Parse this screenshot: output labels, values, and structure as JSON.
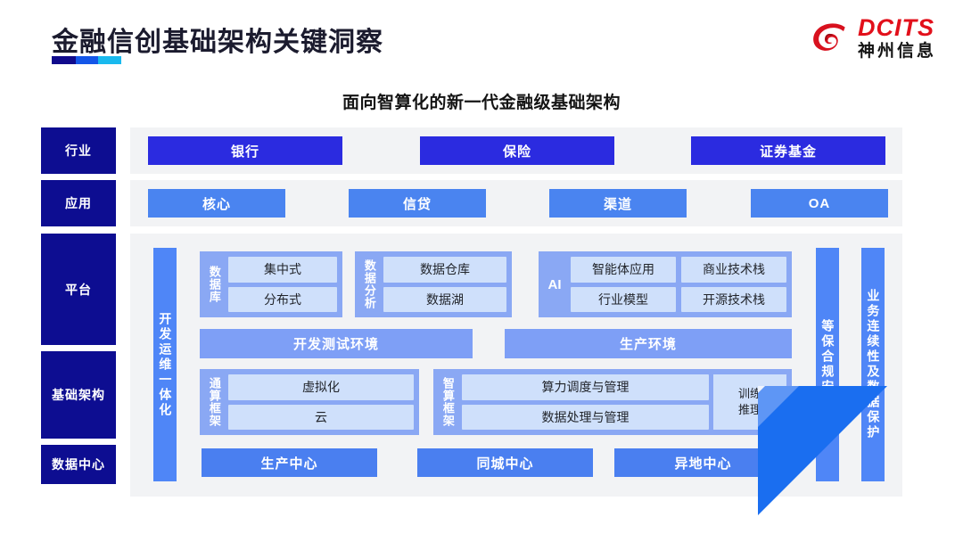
{
  "header": {
    "title": "金融信创基础架构关键洞察",
    "rule_colors": [
      "#100a8c",
      "#1456e8",
      "#19b9ee"
    ],
    "logo": {
      "mark_name": "dcits-swirl-logo",
      "en": "DCITS",
      "cn": "神州信息",
      "red": "#e2101b"
    }
  },
  "subtitle": "面向智算化的新一代金融级基础架构",
  "rail": {
    "items": [
      {
        "label": "行业"
      },
      {
        "label": "应用"
      },
      {
        "label": "平台"
      },
      {
        "label": "基础架构"
      },
      {
        "label": "数据中心"
      }
    ]
  },
  "industry_row": {
    "items": [
      {
        "label": "银行"
      },
      {
        "label": "保险"
      },
      {
        "label": "证券基金"
      }
    ]
  },
  "application_row": {
    "items": [
      {
        "label": "核心"
      },
      {
        "label": "信贷"
      },
      {
        "label": "渠道"
      },
      {
        "label": "OA"
      }
    ]
  },
  "left_vbar": {
    "label": "开发运维一体化"
  },
  "right_vbars": [
    {
      "label": "等保合规安全"
    },
    {
      "label": "业务连续性及数据保护"
    }
  ],
  "platform": {
    "groups": [
      {
        "label": "数据库",
        "rows": [
          [
            "集中式"
          ],
          [
            "分布式"
          ]
        ]
      },
      {
        "label": "数据分析",
        "rows": [
          [
            "数据仓库"
          ],
          [
            "数据湖"
          ]
        ]
      },
      {
        "label": "AI",
        "rows": [
          [
            "智能体应用",
            "商业技术栈"
          ],
          [
            "行业模型",
            "开源技术栈"
          ]
        ]
      }
    ],
    "environments": [
      {
        "label": "开发测试环境"
      },
      {
        "label": "生产环境"
      }
    ]
  },
  "infrastructure": {
    "general_frame": {
      "label": "通算框架",
      "rows": [
        [
          "虚拟化"
        ],
        [
          "云"
        ]
      ]
    },
    "intelligent_frame": {
      "label": "智算框架",
      "rows": [
        [
          "算力调度与管理"
        ],
        [
          "数据处理与管理"
        ]
      ],
      "side_cell": "训练\n推理",
      "side_cell_lines": [
        "训练",
        "推理"
      ]
    }
  },
  "data_center_row": {
    "items": [
      {
        "label": "生产中心"
      },
      {
        "label": "同城中心"
      },
      {
        "label": "异地中心"
      }
    ]
  },
  "decor": {
    "stripe_colors": [
      "#dce6fb",
      "#b9cdf8",
      "#8fb3f6",
      "#f0f4fd",
      "#5e96f5",
      "#1a6ef0"
    ]
  }
}
